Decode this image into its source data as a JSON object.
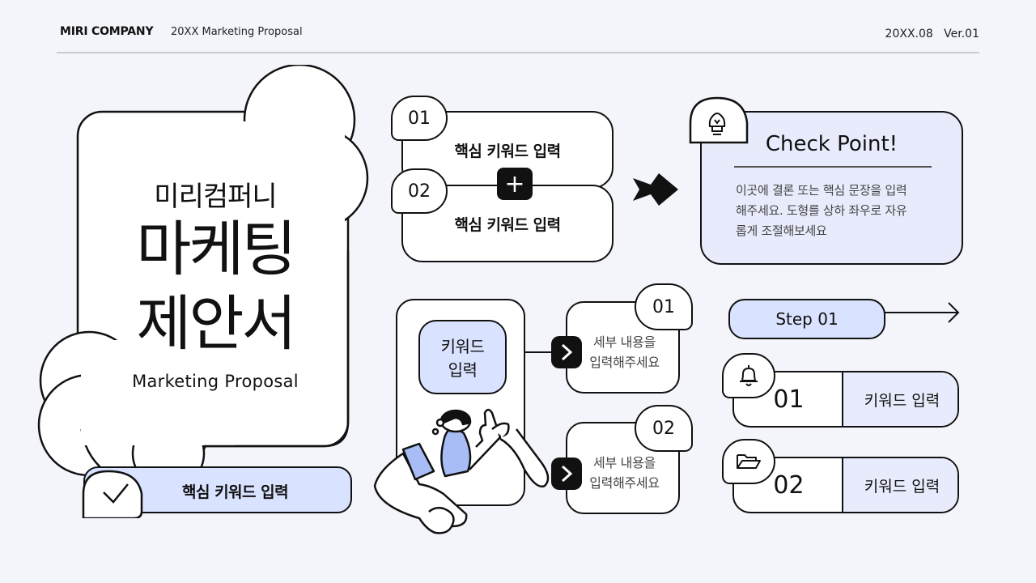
{
  "header": {
    "brand": "MIRI COMPANY",
    "subtitle": "20XX Marketing Proposal",
    "date_version": "20XX.08   Ver.01"
  },
  "cover": {
    "company": "미리컴퍼니",
    "title_line1": "마케팅",
    "title_line2": "제안서",
    "english": "Marketing Proposal",
    "keyword": "핵심 키워드 입력"
  },
  "keyword_pair": {
    "items": [
      {
        "num": "01",
        "label": "핵심 키워드 입력"
      },
      {
        "num": "02",
        "label": "핵심 키워드 입력"
      }
    ],
    "plus": "+"
  },
  "checkpoint": {
    "title": "Check Point!",
    "body_line1": "이곳에 결론 또는 핵심 문장을 입력",
    "body_line2": "해주세요. 도형를 상하 좌우로 자유",
    "body_line3": "롭게 조절해보세요"
  },
  "keyword_flow": {
    "keyword_line1": "키워드",
    "keyword_line2": "입력",
    "details": [
      {
        "num": "01",
        "line1": "세부 내용을",
        "line2": "입력해주세요"
      },
      {
        "num": "02",
        "line1": "세부 내용을",
        "line2": "입력해주세요"
      }
    ]
  },
  "steps": {
    "step_label": "Step 01",
    "items": [
      {
        "num": "01",
        "label": "키워드 입력",
        "icon": "bell-icon"
      },
      {
        "num": "02",
        "label": "키워드 입력",
        "icon": "folder-icon"
      }
    ]
  },
  "colors": {
    "accent_blue": "#d9e2ff",
    "lavender": "#e8ebfb",
    "ink": "#111111",
    "background": "#f4f5fb"
  }
}
